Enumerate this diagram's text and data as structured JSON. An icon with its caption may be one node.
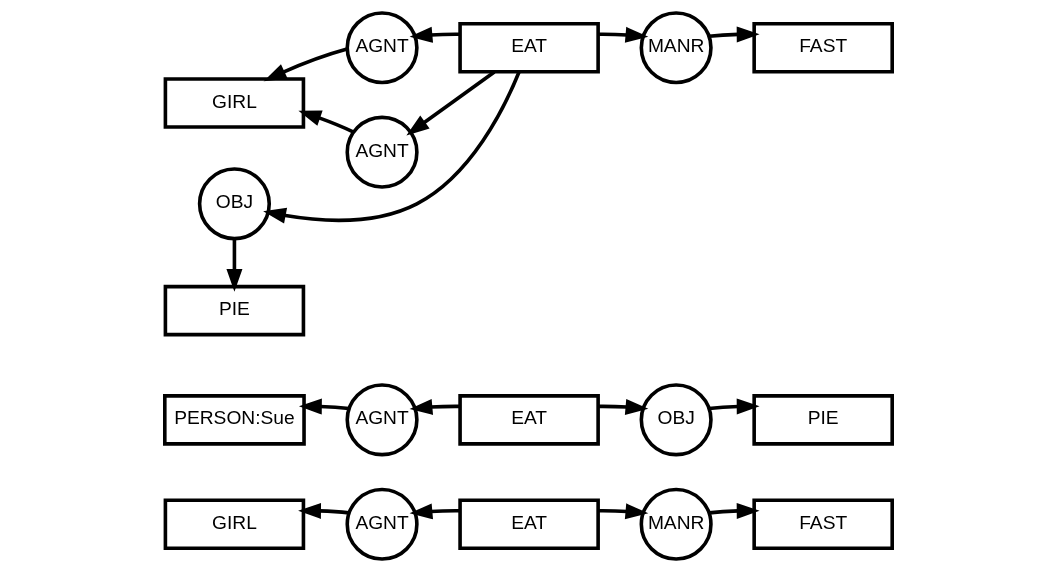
{
  "diagram": {
    "nodes": [
      {
        "text": [
          "GIRL"
        ]
      },
      {
        "text": [
          "AGNT"
        ]
      },
      {
        "text": [
          "EAT"
        ]
      },
      {
        "text": [
          "MANR"
        ]
      },
      {
        "text": [
          "FAST"
        ]
      },
      {
        "text": [
          "PERSON:Sue"
        ]
      },
      {
        "text": [
          "AGNT"
        ]
      },
      {
        "text": [
          "EAT"
        ]
      },
      {
        "text": [
          "OBJ"
        ]
      },
      {
        "text": [
          "PIE"
        ]
      },
      {
        "text": [
          "GIRL"
        ]
      },
      {
        "text": [
          "AGNT"
        ]
      },
      {
        "text": [
          "EAT"
        ]
      },
      {
        "text": [
          "MANR"
        ]
      },
      {
        "text": [
          "FAST"
        ]
      },
      {
        "text": [
          "AGNT"
        ]
      },
      {
        "text": [
          "OBJ"
        ]
      },
      {
        "text": [
          "PIE"
        ]
      }
    ],
    "edges": [
      {
        "from": 2,
        "to": 1,
        "arrow": "to"
      },
      {
        "from": 1,
        "to": 0,
        "arrow": "to"
      },
      {
        "from": 2,
        "to": 3,
        "arrow": "to"
      },
      {
        "from": 3,
        "to": 4,
        "arrow": "to"
      },
      {
        "from": 7,
        "to": 6,
        "arrow": "to"
      },
      {
        "from": 6,
        "to": 5,
        "arrow": "to"
      },
      {
        "from": 7,
        "to": 8,
        "arrow": "to"
      },
      {
        "from": 8,
        "to": 9,
        "arrow": "to"
      },
      {
        "from": 12,
        "to": 11,
        "arrow": "to"
      },
      {
        "from": 11,
        "to": 10,
        "arrow": "to"
      },
      {
        "from": 12,
        "to": 13,
        "arrow": "to"
      },
      {
        "from": 13,
        "to": 14,
        "arrow": "to"
      },
      {
        "from": 12,
        "to": 15,
        "arrow": "to"
      },
      {
        "from": 15,
        "to": 10,
        "arrow": "to"
      },
      {
        "from": 12,
        "to": 16,
        "arrow": "to"
      },
      {
        "from": 16,
        "to": 17,
        "arrow": "to"
      }
    ]
  }
}
